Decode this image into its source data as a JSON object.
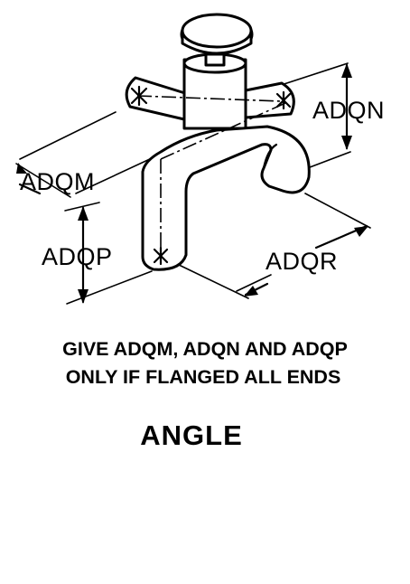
{
  "diagram": {
    "labels": {
      "adqm": "ADQM",
      "adqn": "ADQN",
      "adqp": "ADQP",
      "adqr": "ADQR"
    },
    "note": {
      "line1": "GIVE ADQM, ADQN AND ADQP",
      "line2": "ONLY IF FLANGED ALL ENDS"
    },
    "title": "ANGLE"
  }
}
